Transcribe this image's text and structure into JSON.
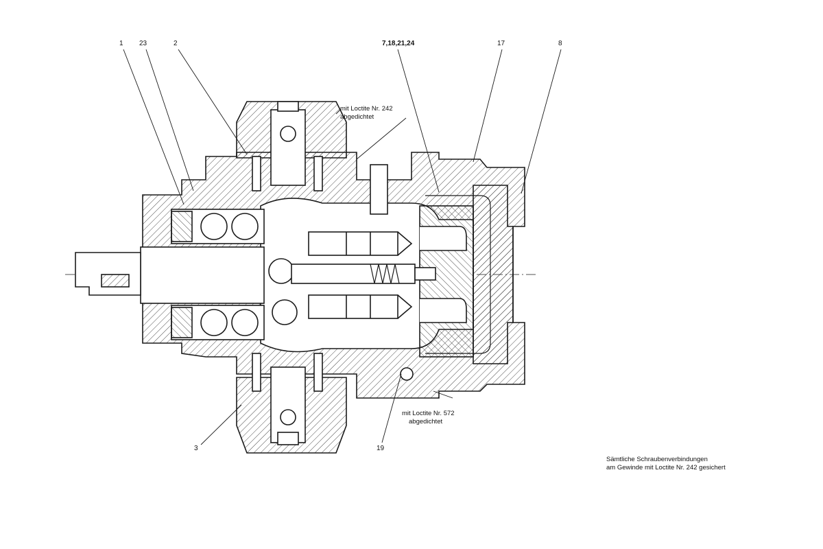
{
  "callouts": {
    "n1": "1",
    "n23": "23",
    "n2": "2",
    "n7_18_21_24": "7,18,21,24",
    "n17": "17",
    "n8": "8",
    "n3": "3",
    "n19": "19"
  },
  "notes": {
    "loctite_242_line1": "mit Loctite Nr. 242",
    "loctite_242_line2": "abgedichtet",
    "loctite_572_line1": "mit Loctite Nr. 572",
    "loctite_572_line2": "abgedichtet",
    "general_line1": "Sämtliche Schraubenverbindungen",
    "general_line2": "am Gewinde mit Loctite Nr. 242 gesichert"
  },
  "style": {
    "ink": "#1a1a1a",
    "paper": "#ffffff"
  }
}
